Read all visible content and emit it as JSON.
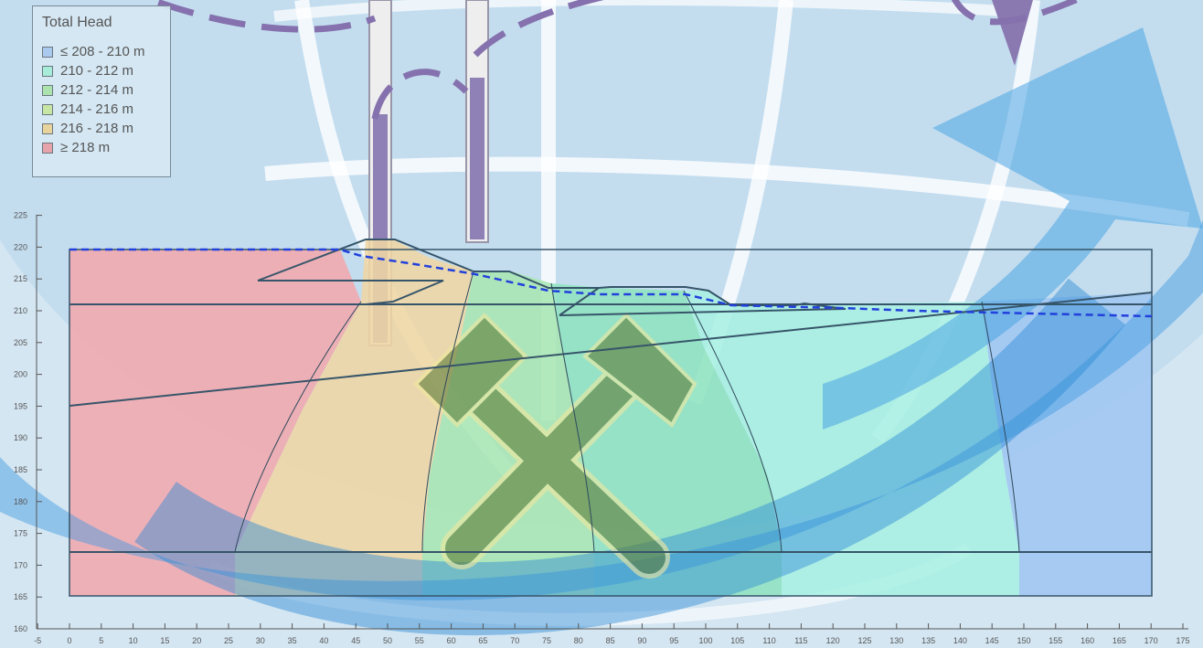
{
  "legend": {
    "title": "Total Head",
    "items": [
      {
        "label": "≤ 208 - 210 m",
        "color": "#a9c9ee"
      },
      {
        "label": "210 - 212 m",
        "color": "#a7ecd9"
      },
      {
        "label": "212 - 214 m",
        "color": "#abe3ae"
      },
      {
        "label": "214 - 216 m",
        "color": "#c7e6a4"
      },
      {
        "label": "216 - 218 m",
        "color": "#e7d39b"
      },
      {
        "label": "≥ 218 m",
        "color": "#e6a3a9"
      }
    ]
  },
  "x_axis": {
    "ticks": [
      "-5",
      "0",
      "5",
      "10",
      "15",
      "20",
      "25",
      "30",
      "35",
      "40",
      "45",
      "50",
      "55",
      "60",
      "65",
      "70",
      "75",
      "80",
      "85",
      "90",
      "95",
      "100",
      "105",
      "110",
      "115",
      "120",
      "125",
      "130",
      "135",
      "140",
      "145",
      "150",
      "155",
      "160",
      "165",
      "170",
      "175"
    ]
  },
  "y_axis": {
    "ticks": [
      "225",
      "220",
      "215",
      "210",
      "205",
      "200",
      "195",
      "190",
      "185",
      "180",
      "175",
      "170",
      "165",
      "160"
    ]
  },
  "colors": {
    "zone_red": "#f2a7ad",
    "zone_orange": "#f4d8a5",
    "zone_green": "#a7e8b3",
    "zone_teal": "#b0f2e4",
    "zone_blue": "#a8cdf2",
    "outline": "#3e5a6e",
    "water_line": "#2040d8",
    "globe_arc": "#3f9ad8",
    "logo": "#6a8a3c"
  }
}
